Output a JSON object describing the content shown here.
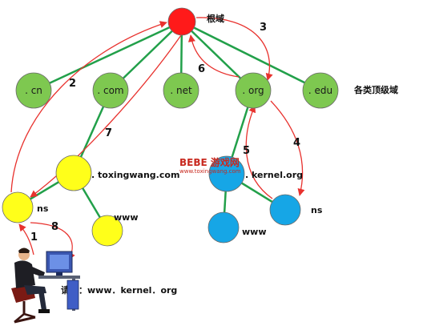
{
  "diagram": {
    "root_label": "根域",
    "tld_side_label": "各类顶级域",
    "query_label": "请求：www．kernel．org",
    "watermark_line1": "BEBE 游戏网",
    "watermark_line2": "www.toxingwang.com",
    "nodes": {
      "cn": ". cn",
      "com": ". com",
      "net": ". net",
      "org": ". org",
      "edu": ". edu",
      "toxingwang": ". toxingwang.com",
      "kernel": ". kernel.org",
      "www_left": "www",
      "www_right": "www",
      "ns_left": "ns",
      "ns_right": "ns"
    },
    "steps": [
      "1",
      "2",
      "3",
      "4",
      "5",
      "6",
      "7",
      "8"
    ],
    "colors": {
      "root": "#ff1a1a",
      "tld": "#7ec850",
      "second_level_com": "#ffff1a",
      "second_level_org": "#16a6e6",
      "edge": "#22a04a",
      "arrow": "#e8322e"
    }
  }
}
